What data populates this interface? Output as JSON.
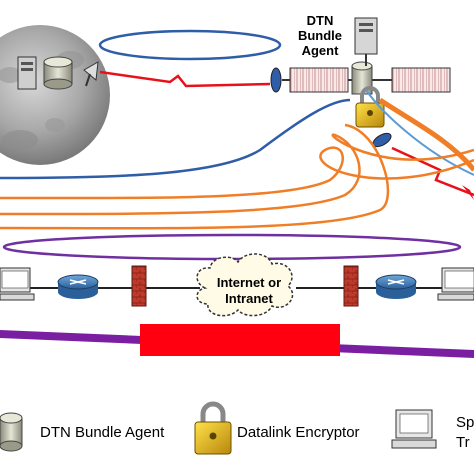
{
  "diagram": {
    "agent_label_line1": "DTN",
    "agent_label_line2": "Bundle",
    "agent_label_line3": "Agent",
    "cloud_line1": "Internet or",
    "cloud_line2": "Intranet"
  },
  "legend": {
    "bundle_agent": "DTN Bundle Agent",
    "encryptor": "Datalink Encryptor",
    "space_partial_line1": "Sp",
    "space_partial_line2": "Tr"
  },
  "colors": {
    "blue_link": "#2f5da8",
    "orange_link": "#f07e26",
    "purple_link": "#7030a0",
    "red_link": "#e8101a",
    "purple_bar": "#7b1fa2",
    "red_block": "#ff0010"
  }
}
